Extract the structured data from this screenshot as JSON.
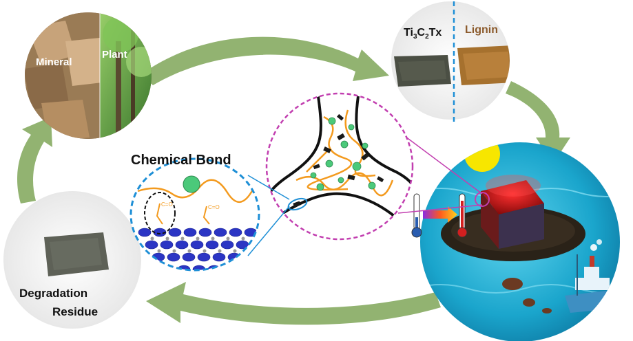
{
  "labels": {
    "mineral": "Mineral",
    "plant": "Plant",
    "mxene_main": "Ti",
    "mxene_sub1": "3",
    "mxene_c": "C",
    "mxene_sub2": "2",
    "mxene_tx": "Tx",
    "lignin": "Lignin",
    "chemical_bond": "Chemical Bond",
    "degradation_line1": "Degradation",
    "degradation_line2": "Residue"
  },
  "colors": {
    "cycle_arrow": "#86ab62",
    "lignin_text": "#8b5a2b",
    "bond_circle": "#1e8fd6",
    "zoom_circle": "#c23fb0",
    "water": "#22b3d6",
    "sun": "#f7e600",
    "mxene_green_sphere": "#4bc97a",
    "lignin_orange": "#f39a1e",
    "mxene_blue": "#2b35c4"
  },
  "icons": {
    "cycle": "green-curved-arrow-cycle",
    "thermometer": "thermometer-icon",
    "ship": "ship-icon",
    "sun": "sun-icon"
  }
}
